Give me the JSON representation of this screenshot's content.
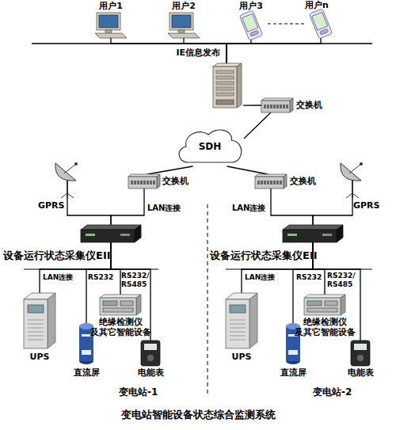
{
  "diagram": {
    "caption": "变电站智能设备状态综合监测系统",
    "nodes": [
      {
        "text": [
          "用户1"
        ]
      },
      {
        "text": [
          "用户2"
        ]
      },
      {
        "text": [
          "用户3"
        ]
      },
      {
        "text": [
          "用户n"
        ]
      },
      {
        "text": [
          "IE信息发布"
        ]
      },
      {
        "text": [
          "交换机"
        ]
      },
      {
        "text": [
          "SDH"
        ]
      },
      {
        "text": [
          "GPRS"
        ]
      },
      {
        "text": [
          "交换机"
        ]
      },
      {
        "text": [
          "设备运行状态采集仪EII"
        ]
      },
      {
        "text": [
          "UPS"
        ]
      },
      {
        "text": [
          "直流屏"
        ]
      },
      {
        "text": [
          "绝缘检测仪 及其它智能设备"
        ]
      },
      {
        "text": [
          "电能表"
        ]
      },
      {
        "text": [
          "交换机"
        ]
      },
      {
        "text": [
          "GPRS"
        ]
      },
      {
        "text": [
          "设备运行状态采集仪EII"
        ]
      },
      {
        "text": [
          "UPS"
        ]
      },
      {
        "text": [
          "直流屏"
        ]
      },
      {
        "text": [
          "绝缘检测仪 及其它智能设备"
        ]
      },
      {
        "text": [
          "电能表"
        ]
      }
    ],
    "edges": [
      {
        "from": 0,
        "to": 4,
        "arrow": "none"
      },
      {
        "from": 1,
        "to": 4,
        "arrow": "none"
      },
      {
        "from": 2,
        "to": 4,
        "arrow": "none"
      },
      {
        "from": 3,
        "to": 4,
        "arrow": "none"
      },
      {
        "from": 4,
        "to": 5,
        "arrow": "none"
      },
      {
        "from": 5,
        "to": 6,
        "arrow": "none"
      },
      {
        "from": 6,
        "to": 8,
        "arrow": "none"
      },
      {
        "from": 6,
        "to": 14,
        "arrow": "none"
      },
      {
        "from": 7,
        "to": 9,
        "arrow": "none"
      },
      {
        "from": 8,
        "to": 9,
        "label": "LAN连接",
        "arrow": "none"
      },
      {
        "from": 9,
        "to": 10,
        "label": "LAN连接",
        "arrow": "none"
      },
      {
        "from": 9,
        "to": 11,
        "label": "RS232",
        "arrow": "none"
      },
      {
        "from": 9,
        "to": 12,
        "label": "RS232/ RS485",
        "arrow": "none"
      },
      {
        "from": 9,
        "to": 13,
        "arrow": "none"
      },
      {
        "from": 14,
        "to": 16,
        "label": "LAN连接",
        "arrow": "none"
      },
      {
        "from": 15,
        "to": 16,
        "arrow": "none"
      },
      {
        "from": 16,
        "to": 17,
        "label": "LAN连接",
        "arrow": "none"
      },
      {
        "from": 16,
        "to": 18,
        "label": "RS232",
        "arrow": "none"
      },
      {
        "from": 16,
        "to": 19,
        "label": "RS232/ RS485",
        "arrow": "none"
      },
      {
        "from": 16,
        "to": 20,
        "arrow": "none"
      }
    ],
    "labels": [
      "变电站-1",
      "变电站-2"
    ]
  }
}
